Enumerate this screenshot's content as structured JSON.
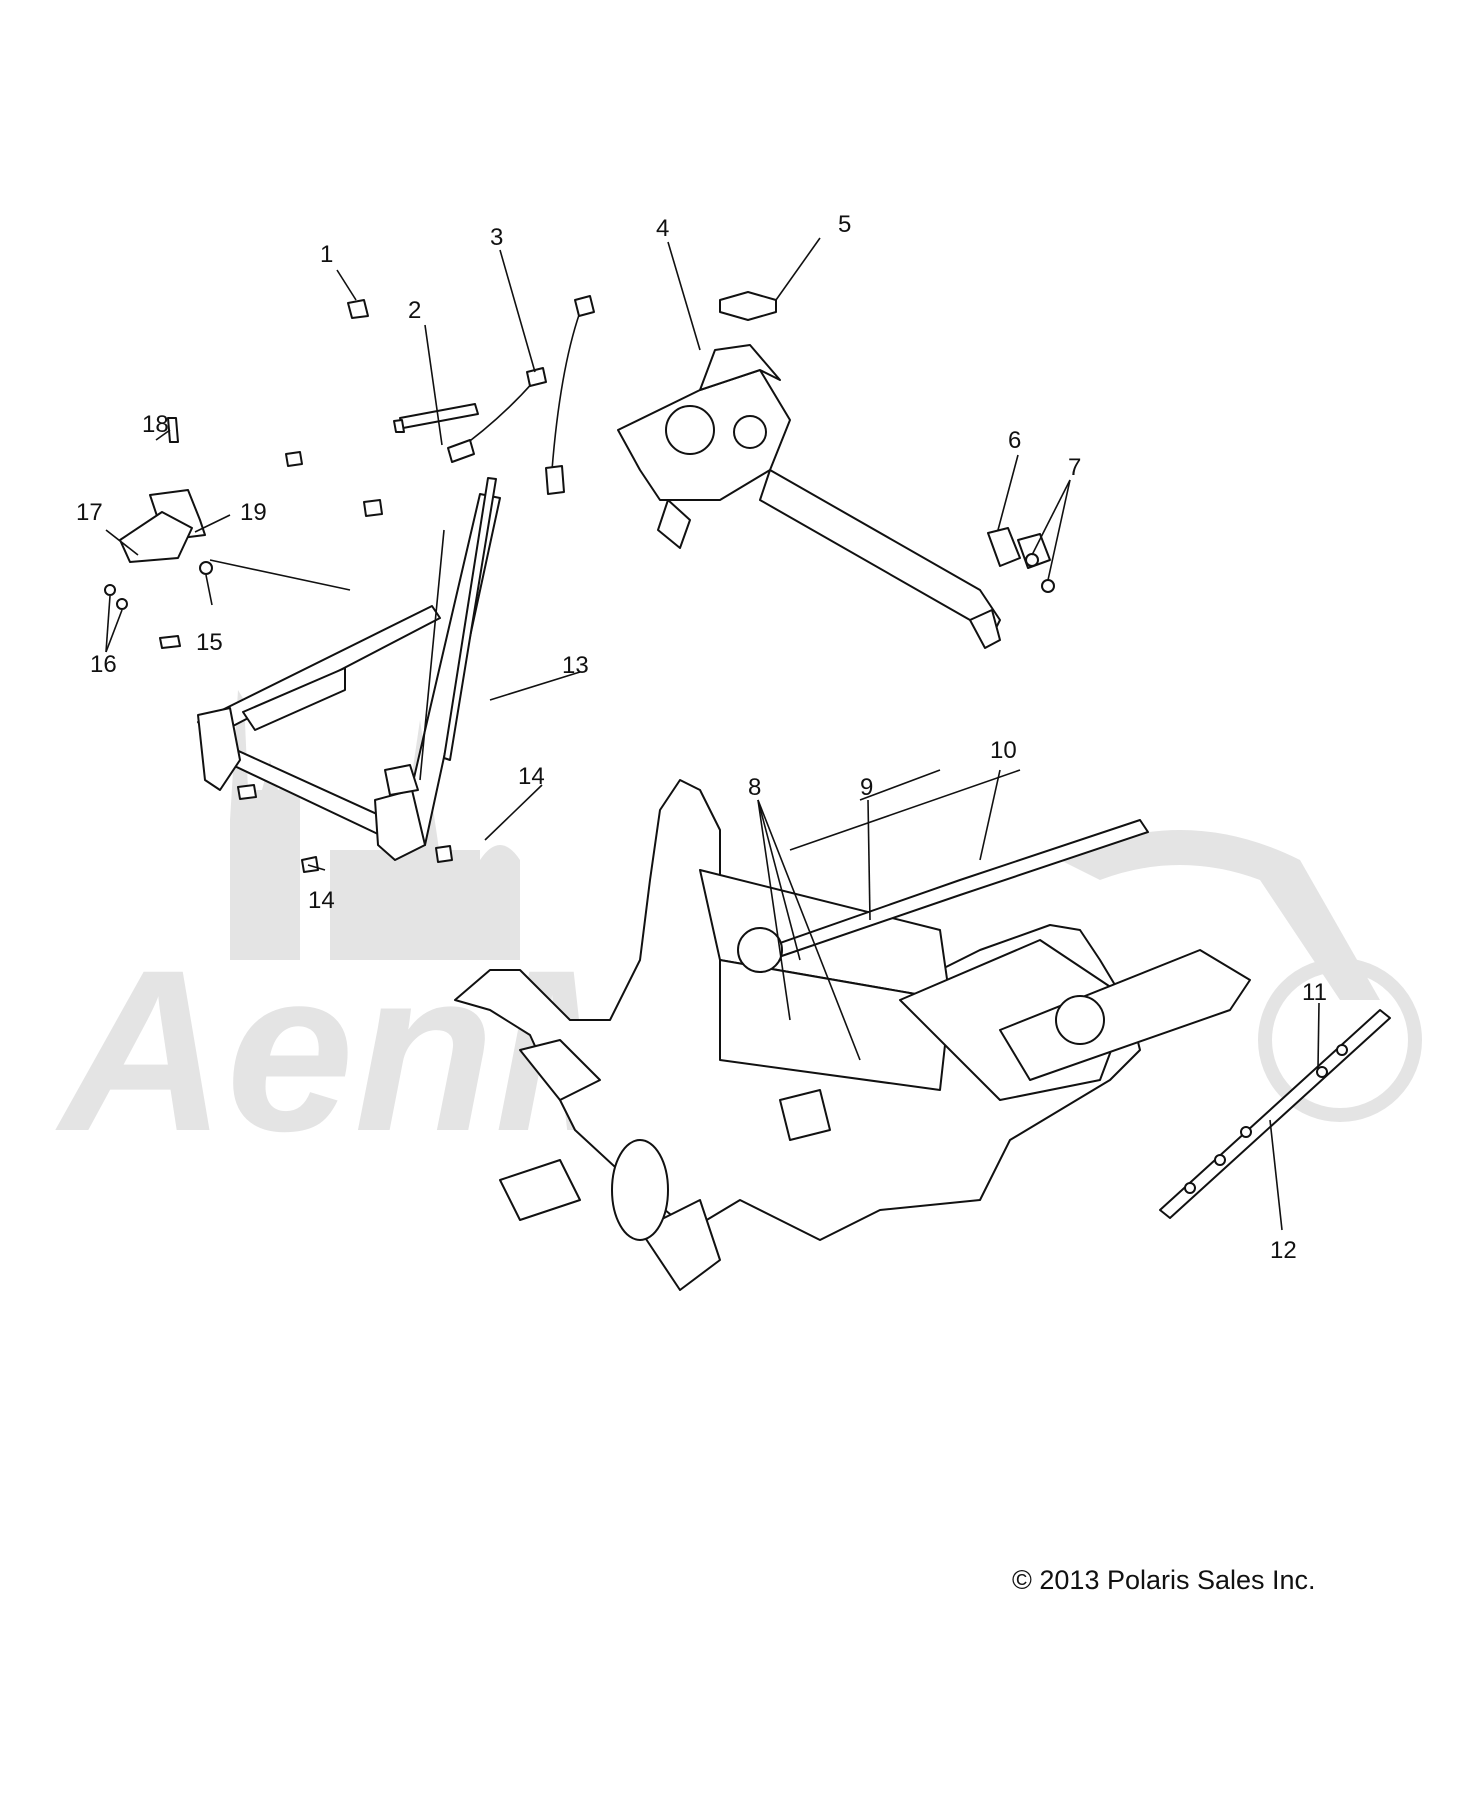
{
  "watermark": {
    "text": "AenMoto",
    "color": "#e4e4e4"
  },
  "callouts": [
    "1",
    "2",
    "3",
    "4",
    "5",
    "6",
    "7",
    "8",
    "9",
    "10",
    "11",
    "12",
    "13",
    "14",
    "14",
    "15",
    "16",
    "17",
    "18",
    "19"
  ],
  "copyright": "© 2013 Polaris Sales Inc."
}
